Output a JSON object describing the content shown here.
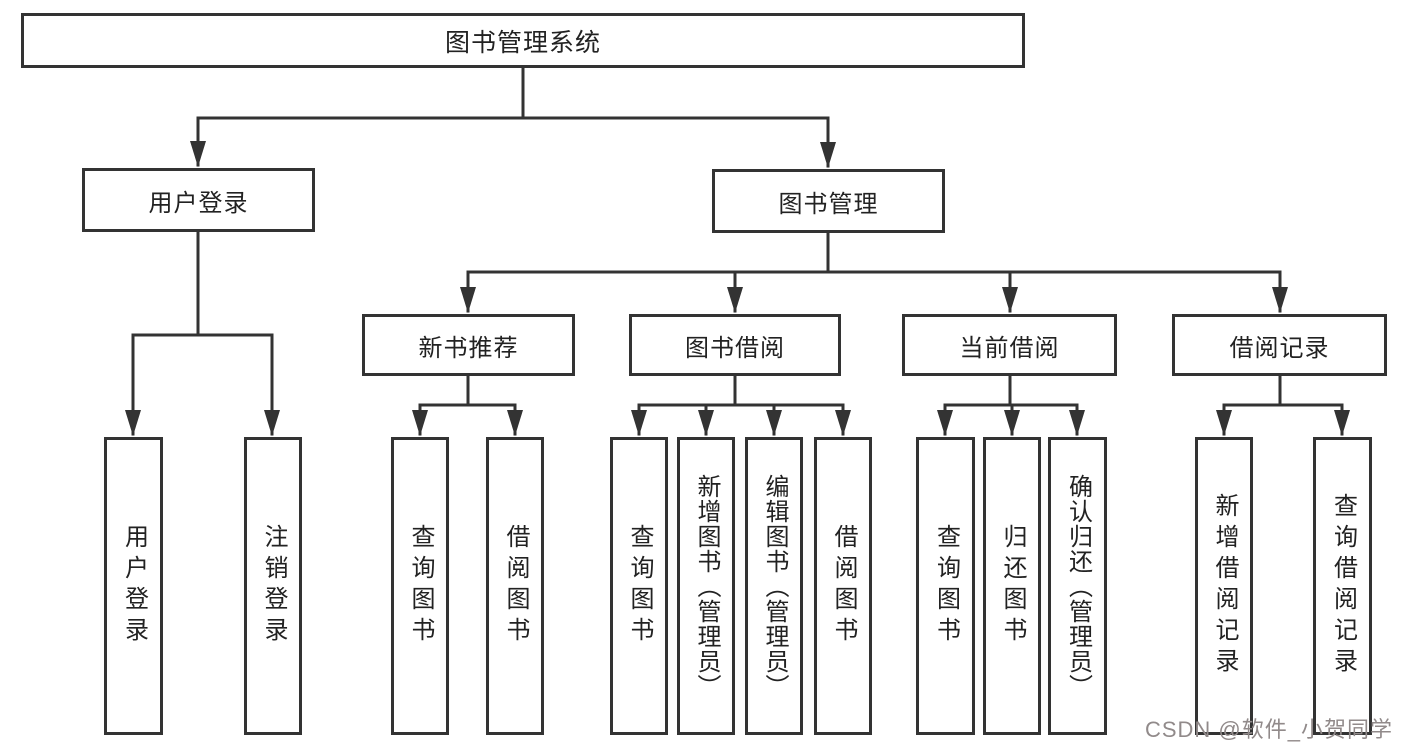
{
  "diagram": {
    "title": "图书管理系统",
    "root": {
      "label": "图书管理系统"
    },
    "level1": [
      {
        "label": "用户登录"
      },
      {
        "label": "图书管理"
      }
    ],
    "level2": [
      {
        "label": "新书推荐"
      },
      {
        "label": "图书借阅"
      },
      {
        "label": "当前借阅"
      },
      {
        "label": "借阅记录"
      }
    ],
    "leaves": {
      "user_login": [
        "用户登录",
        "注销登录"
      ],
      "new_book": [
        "查询图书",
        "借阅图书"
      ],
      "book_borrow": [
        "查询图书",
        "新增图书（管理员）",
        "编辑图书（管理员）",
        "借阅图书"
      ],
      "current_borrow": [
        "查询图书",
        "归还图书",
        "确认归还（管理员）"
      ],
      "borrow_record": [
        "新增借阅记录",
        "查询借阅记录"
      ]
    }
  },
  "watermark": {
    "text": "CSDN @软件_小贺同学",
    "color": "#918a8a"
  },
  "colors": {
    "line": "#333333",
    "box_border": "#333333",
    "text": "#222222",
    "background": "#ffffff"
  }
}
